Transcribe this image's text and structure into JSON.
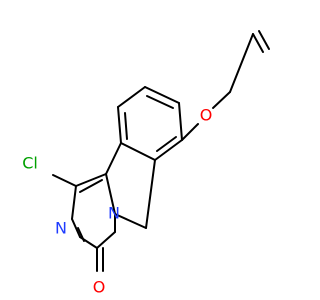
{
  "atoms": [
    {
      "name": "chloro-label",
      "text": "Cl",
      "color": "#00a000"
    },
    {
      "name": "nitrogen-ring-label",
      "text": "N",
      "color": "#1f3cff"
    },
    {
      "name": "nitrogen-bridge-label",
      "text": "N",
      "color": "#1f3cff"
    },
    {
      "name": "carbonyl-oxygen-label",
      "text": "O",
      "color": "#ff0000"
    },
    {
      "name": "ether-oxygen-label",
      "text": "O",
      "color": "#ff0000"
    }
  ]
}
